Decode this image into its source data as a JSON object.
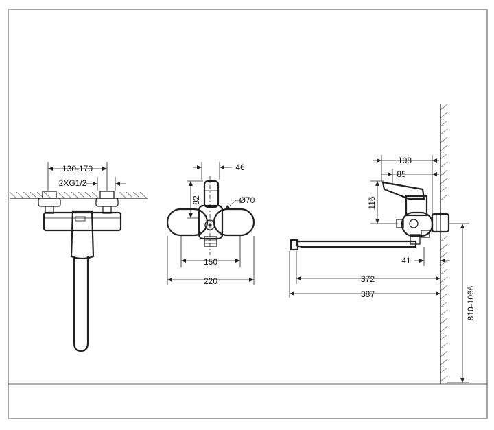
{
  "front_view": {
    "dim_inlet_spacing": "130-170",
    "dim_thread": "2XG1/2"
  },
  "side_view": {
    "dim_handle_offset": "46",
    "dim_height": "82",
    "dim_diameter": "Ø70",
    "dim_inner_width": "150",
    "dim_outer_width": "220"
  },
  "profile_view": {
    "dim_lever_108": "108",
    "dim_lever_85": "85",
    "dim_height_116": "116",
    "dim_wall_41": "41",
    "dim_spout_372": "372",
    "dim_spout_387": "387",
    "dim_mount_height": "810-1066"
  }
}
